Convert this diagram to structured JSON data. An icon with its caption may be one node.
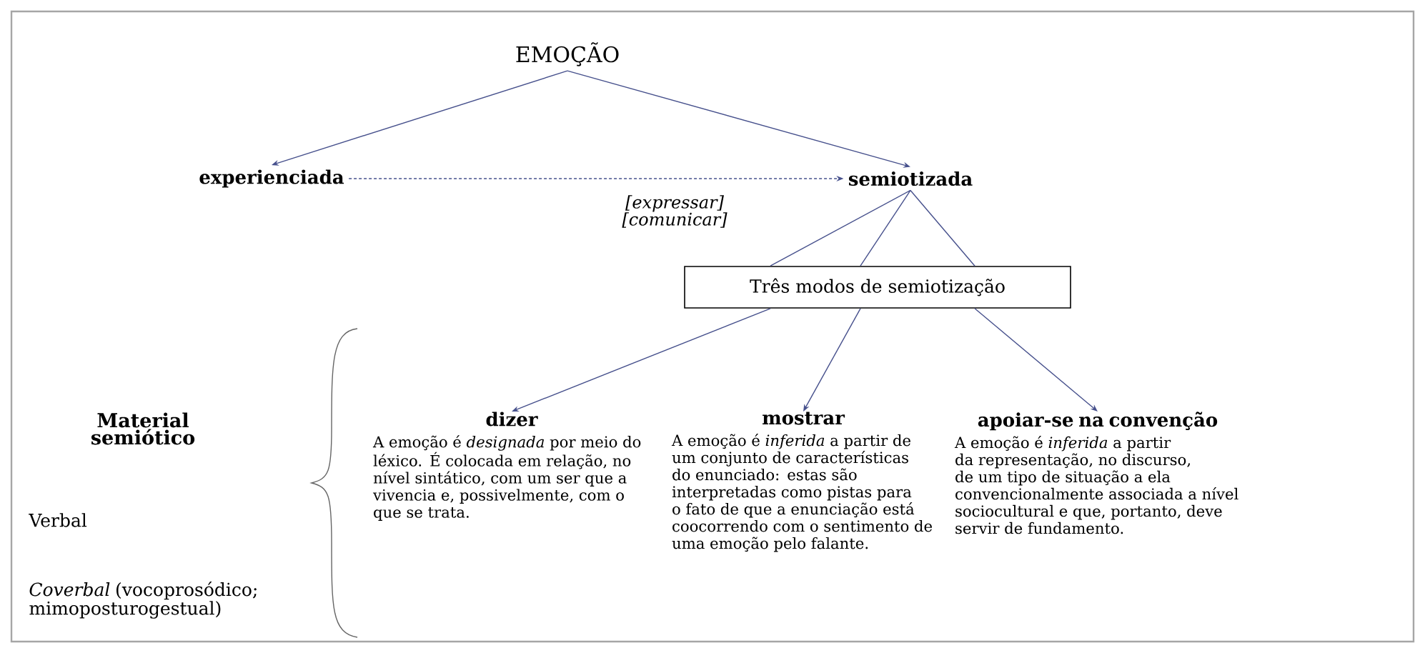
{
  "diagram": {
    "nodes": [
      {
        "text": [
          "EMOÇÃO"
        ]
      },
      {
        "text": [
          "experienciada"
        ]
      },
      {
        "text": [
          "semiotizada"
        ]
      },
      {
        "text": [
          "Três modos de semiotização"
        ]
      },
      {
        "text": [
          "dizer",
          "A emoção é *designada* por meio do léxico. É colocada em relação, no nível sintático, com um ser que a vivencia e, possivelmente, com o que se trata."
        ]
      },
      {
        "text": [
          "mostrar",
          "A emoção é *inferida* a partir de um conjunto de características do enunciado: estas são interpretadas como pistas para o fato de que a enunciação está coocorrendo com o sentimento de uma emoção pelo falante."
        ]
      },
      {
        "text": [
          "apoiar-se na convenção",
          "A emoção é *inferida* a partir da representação, no discurso, de um tipo de situação a ela convencionalmente associada a nível sociocultural e que, portanto, deve servir de fundamento."
        ]
      }
    ],
    "edges": [
      {
        "from": 0,
        "to": 1,
        "arrow": "to"
      },
      {
        "from": 0,
        "to": 2,
        "arrow": "to"
      },
      {
        "from": 1,
        "to": 2,
        "arrow": "to",
        "style": "dashed",
        "label": "[expressar] [comunicar]"
      },
      {
        "from": 2,
        "to": 3,
        "arrow": "none"
      },
      {
        "from": 2,
        "to": 3,
        "arrow": "none"
      },
      {
        "from": 2,
        "to": 3,
        "arrow": "none"
      },
      {
        "from": 3,
        "to": 4,
        "arrow": "to"
      },
      {
        "from": 3,
        "to": 5,
        "arrow": "to"
      },
      {
        "from": 3,
        "to": 6,
        "arrow": "to"
      }
    ],
    "labels": [
      "Material semiótico",
      "Verbal",
      "*Coverbal* (vocoprosódico; mimoposturogestual)"
    ]
  }
}
